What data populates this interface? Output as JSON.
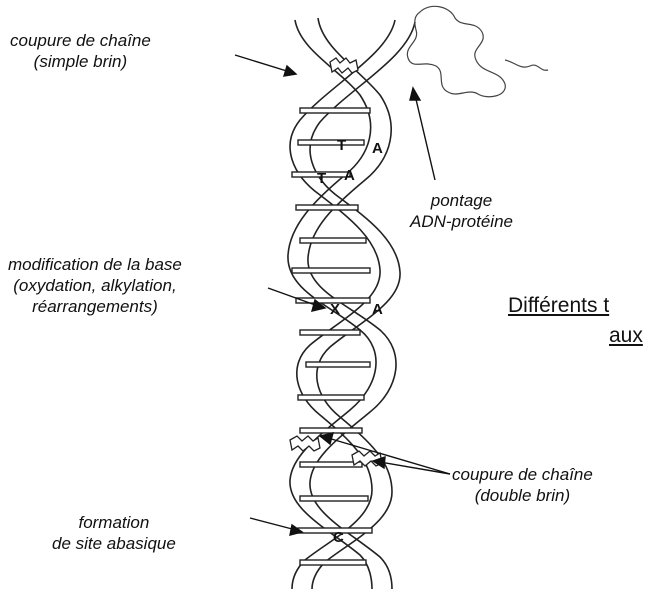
{
  "labels": {
    "single_break": [
      "coupure de chaîne",
      "(simple brin)"
    ],
    "crosslink": [
      "pontage",
      "ADN-protéine"
    ],
    "base_mod": [
      "modification de la base",
      "(oxydation, alkylation,",
      "réarrangements)"
    ],
    "double_break": [
      "coupure de chaîne",
      "(double brin)"
    ],
    "abasic": [
      "formation",
      "de site abasique"
    ]
  },
  "bases": {
    "t1": "T",
    "a1": "A",
    "t2": "T",
    "a2": "A",
    "x": "X",
    "a3": "A",
    "c": "C"
  },
  "title": [
    "Différents t",
    "aux"
  ]
}
